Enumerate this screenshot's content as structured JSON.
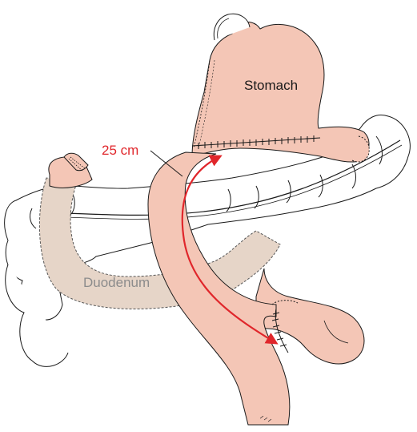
{
  "labels": {
    "stomach": "Stomach",
    "duodenum": "Duodenum",
    "length": "25 cm"
  },
  "colors": {
    "organ_fill": "#f4c6b6",
    "duodenum_fill": "#e6d5c8",
    "outline": "#1a1a1a",
    "arrow": "#e0262b",
    "duodenum_text": "#8c8c8c"
  }
}
